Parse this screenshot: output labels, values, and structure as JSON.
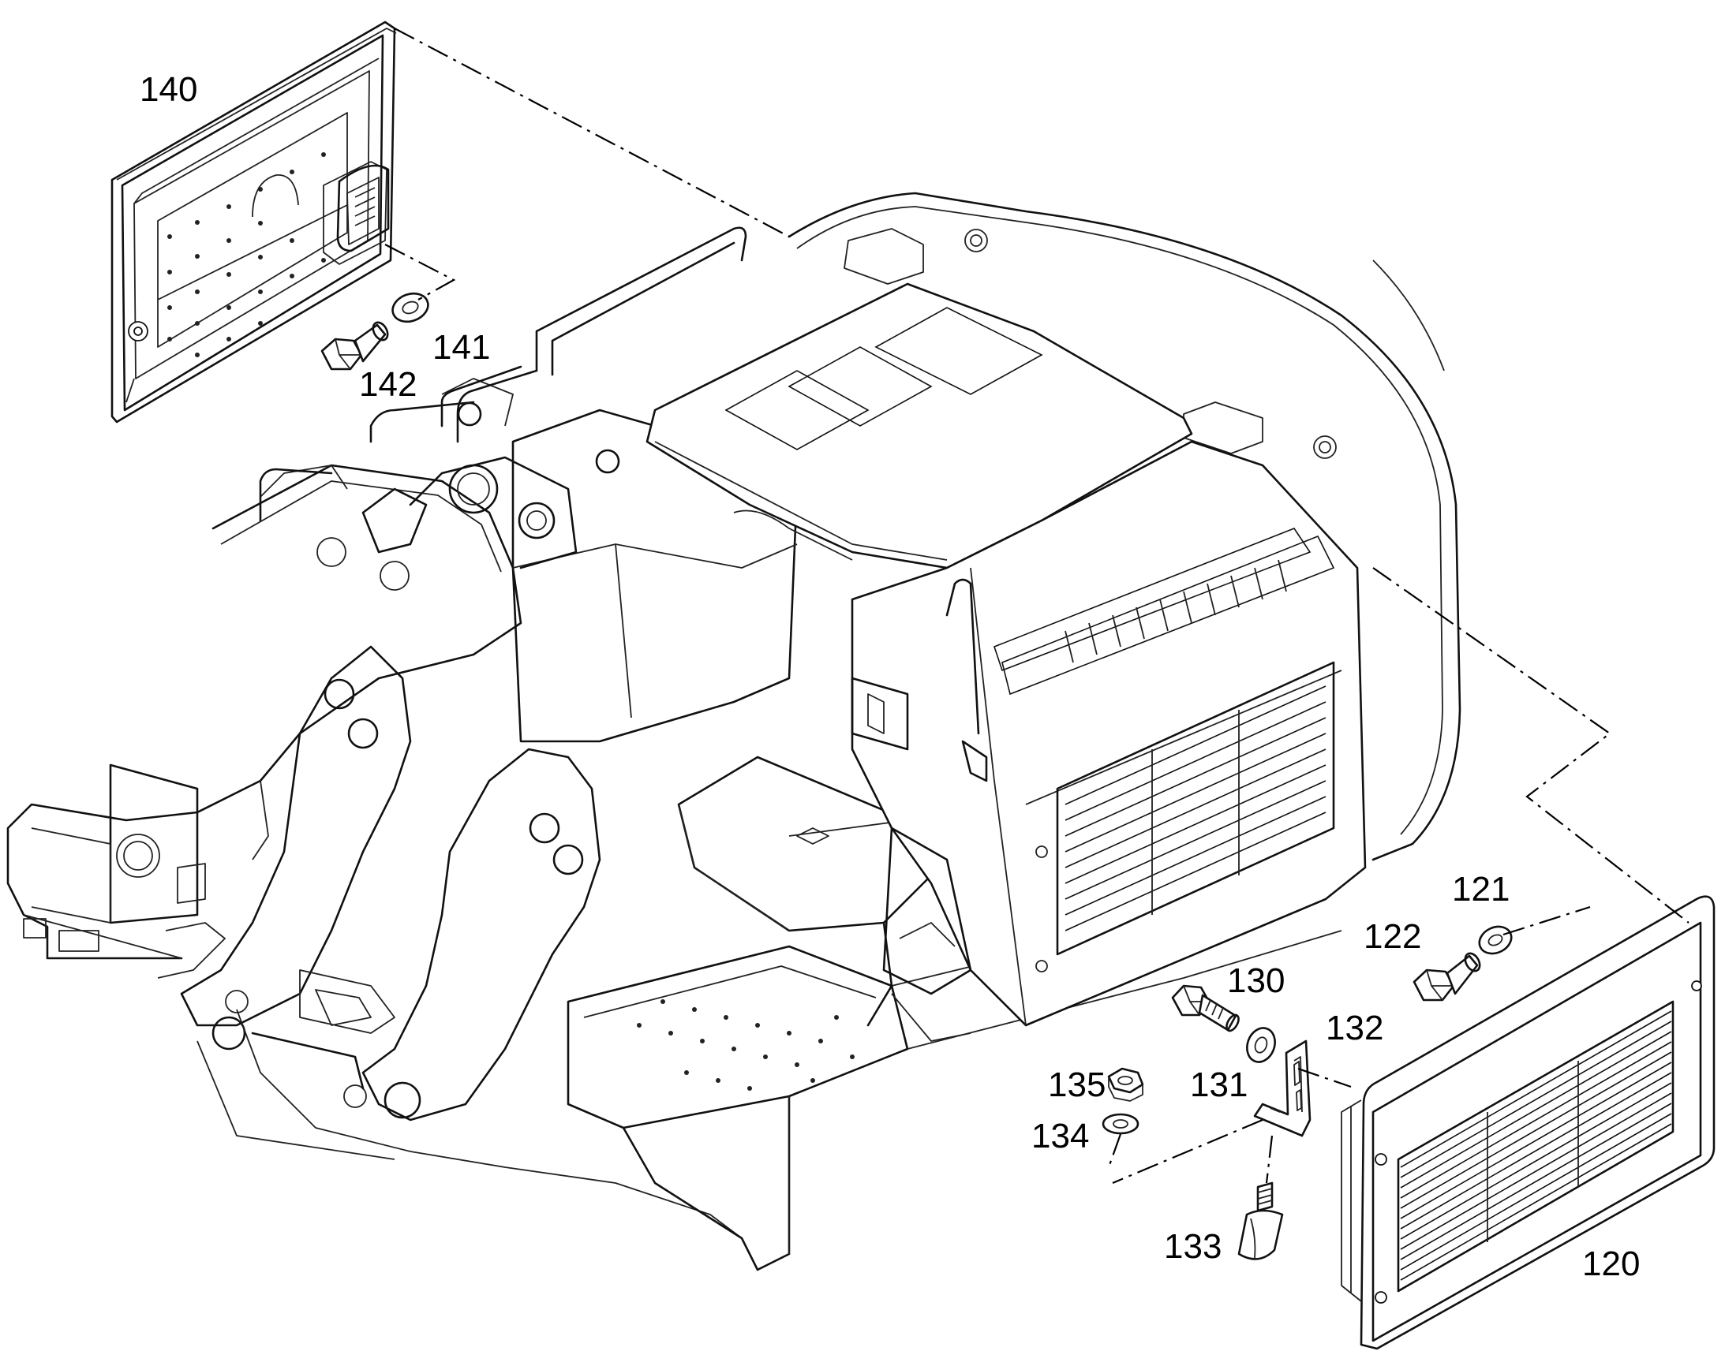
{
  "callouts": {
    "p120": "120",
    "p121": "121",
    "p122": "122",
    "p130": "130",
    "p131": "131",
    "p132": "132",
    "p133": "133",
    "p134": "134",
    "p135": "135",
    "p140": "140",
    "p141": "141",
    "p142": "142"
  }
}
